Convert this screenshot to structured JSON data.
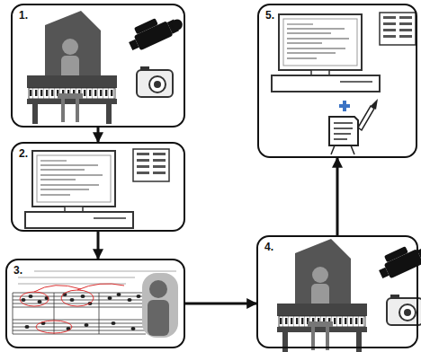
{
  "diagram": {
    "nodes": [
      {
        "text": [
          "1."
        ]
      },
      {
        "text": [
          "2."
        ]
      },
      {
        "text": [
          "3."
        ]
      },
      {
        "text": [
          "4."
        ]
      },
      {
        "text": [
          "5."
        ]
      }
    ],
    "edges": [
      {
        "from": 0,
        "to": 1,
        "arrow": "to"
      },
      {
        "from": 1,
        "to": 2,
        "arrow": "to"
      },
      {
        "from": 2,
        "to": 3,
        "arrow": "to"
      },
      {
        "from": 3,
        "to": 4,
        "arrow": "to"
      }
    ]
  }
}
